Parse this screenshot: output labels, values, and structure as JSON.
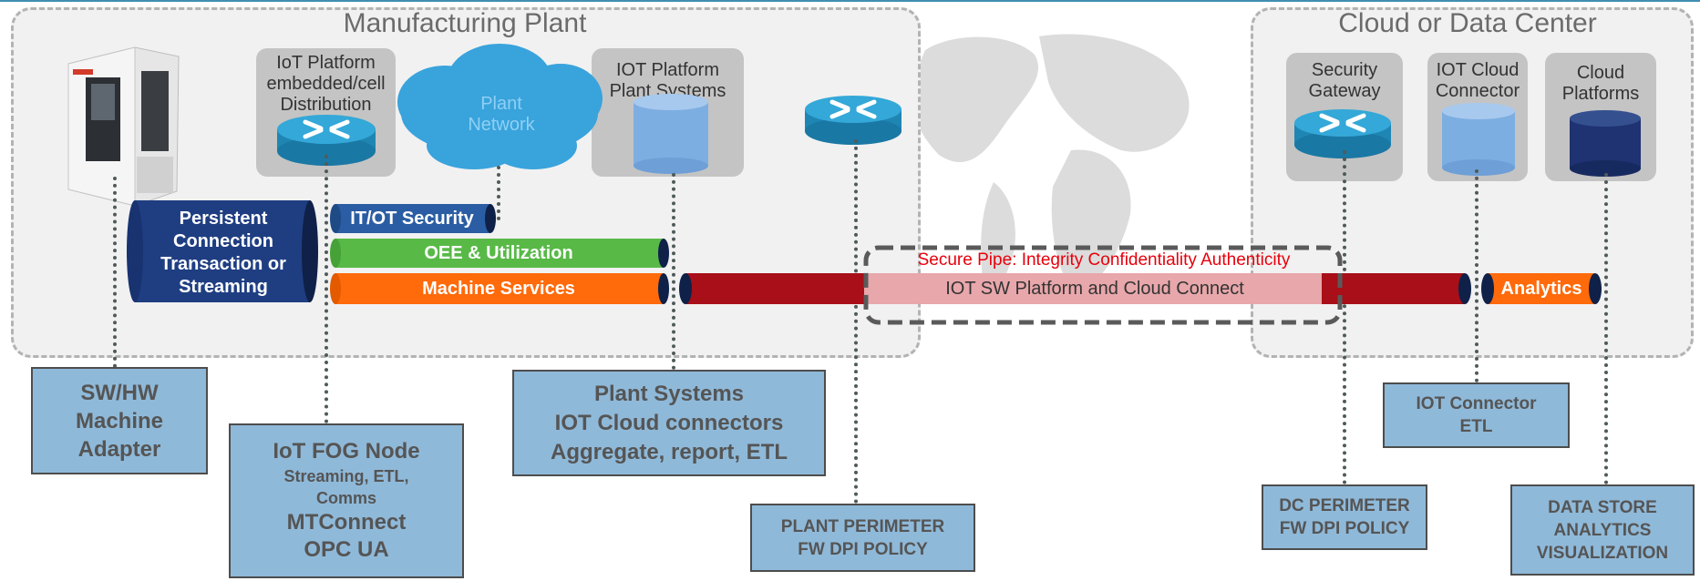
{
  "regions": {
    "plant": "Manufacturing Plant",
    "cloud": "Cloud or Data Center"
  },
  "components": {
    "iot_embedded": [
      "IoT Platform",
      "embedded/cell",
      "Distribution"
    ],
    "plant_network": [
      "Plant",
      "Network"
    ],
    "plant_systems": [
      "IOT Platform",
      "Plant Systems"
    ],
    "security_gateway": [
      "Security",
      "Gateway"
    ],
    "cloud_connector": [
      "IOT Cloud",
      "Connector"
    ],
    "cloud_platforms": [
      "Cloud",
      "Platforms"
    ]
  },
  "pipes": {
    "persistent": [
      "Persistent",
      "Connection",
      "Transaction or",
      "Streaming"
    ],
    "security": "IT/OT Security",
    "oee": "OEE & Utilization",
    "machine": "Machine Services",
    "secure_pipe": "Secure Pipe: Integrity Confidentiality Authenticity",
    "iot_platform": "IOT SW Platform and Cloud Connect",
    "analytics": "Analytics"
  },
  "boxes": {
    "adapter": [
      "SW/HW",
      "Machine",
      "Adapter"
    ],
    "fog": {
      "title": "IoT FOG Node",
      "sub1": "Streaming, ETL,",
      "sub2": "Comms",
      "p1": "MTConnect",
      "p2": "OPC UA"
    },
    "plant_sys": [
      "Plant Systems",
      "IOT Cloud connectors",
      "Aggregate, report, ETL"
    ],
    "plant_perimeter": [
      "PLANT PERIMETER",
      "FW DPI POLICY"
    ],
    "dc_perimeter": [
      "DC PERIMETER",
      "FW DPI POLICY"
    ],
    "iot_connector": [
      "IOT Connector",
      "ETL"
    ],
    "data_store": [
      "DATA STORE",
      "ANALYTICS",
      "VISUALIZATION"
    ]
  },
  "colors": {
    "navy": "#1f3e82",
    "pipe_blue": "#2a5da3",
    "green": "#58b947",
    "orange": "#ff6a0a",
    "red": "#a80f18",
    "pink": "#e8a7ab",
    "box_blue": "#8fb9d9"
  }
}
